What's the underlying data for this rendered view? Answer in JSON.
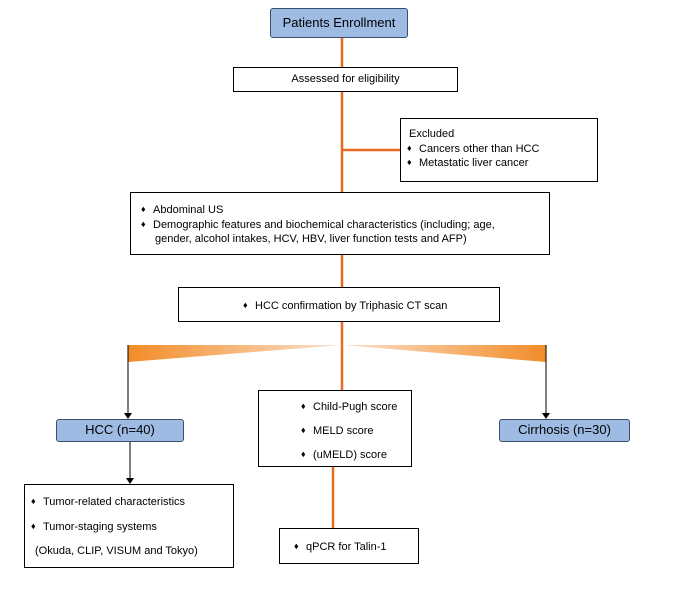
{
  "nodes": {
    "enrollment": {
      "label": "Patients Enrollment"
    },
    "eligibility": {
      "label": "Assessed for eligibility"
    },
    "excluded": {
      "title": "Excluded",
      "items": [
        "Cancers other than HCC",
        "Metastatic liver cancer"
      ]
    },
    "assessment": {
      "items": [
        "Abdominal US",
        "Demographic features and biochemical characteristics (including; age,"
      ],
      "continuation": "gender, alcohol intakes, HCV, HBV, liver function tests and AFP)"
    },
    "ct": {
      "items": [
        "HCC confirmation by Triphasic CT scan"
      ]
    },
    "hcc": {
      "label": "HCC (n=40)"
    },
    "cirrhosis": {
      "label": "Cirrhosis (n=30)"
    },
    "scores": {
      "items": [
        "Child-Pugh score",
        "MELD score",
        "(uMELD) score"
      ]
    },
    "tumor": {
      "items": [
        "Tumor-related characteristics",
        "Tumor-staging systems"
      ],
      "continuation": "(Okuda, CLIP, VISUM and Tokyo)"
    },
    "qpcr": {
      "items": [
        "qPCR for Talin-1"
      ]
    }
  },
  "bullet_symbol": "♦",
  "colors": {
    "box_fill_blue": "#9dbbe3",
    "connector_orange": "#e66a1f",
    "gradient_orange": "#f28c28",
    "arrow_black": "#000000"
  }
}
